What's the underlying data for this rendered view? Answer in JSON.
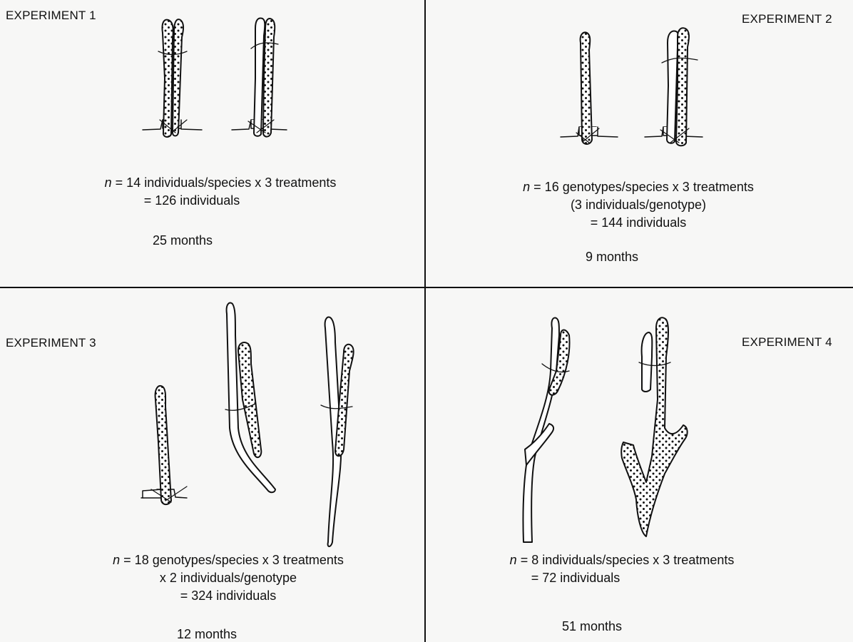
{
  "panels": [
    {
      "label": "EXPERIMENT 1",
      "n_symbol": "n",
      "lines": [
        "= 14 individuals/species x 3 treatments",
        "= 126 individuals"
      ],
      "duration": "25 months"
    },
    {
      "label": "EXPERIMENT 2",
      "n_symbol": "n",
      "lines": [
        "= 16 genotypes/species x 3 treatments",
        "(3 individuals/genotype)",
        "= 144 individuals"
      ],
      "duration": "9 months"
    },
    {
      "label": "EXPERIMENT 3",
      "n_symbol": "n",
      "lines": [
        "= 18 genotypes/species x 3 treatments",
        "x 2 individuals/genotype",
        "= 324 individuals"
      ],
      "duration": "12 months"
    },
    {
      "label": "EXPERIMENT 4",
      "n_symbol": "n",
      "lines": [
        "= 8 individuals/species x 3 treatments",
        "= 72 individuals"
      ],
      "duration": "51 months"
    }
  ]
}
